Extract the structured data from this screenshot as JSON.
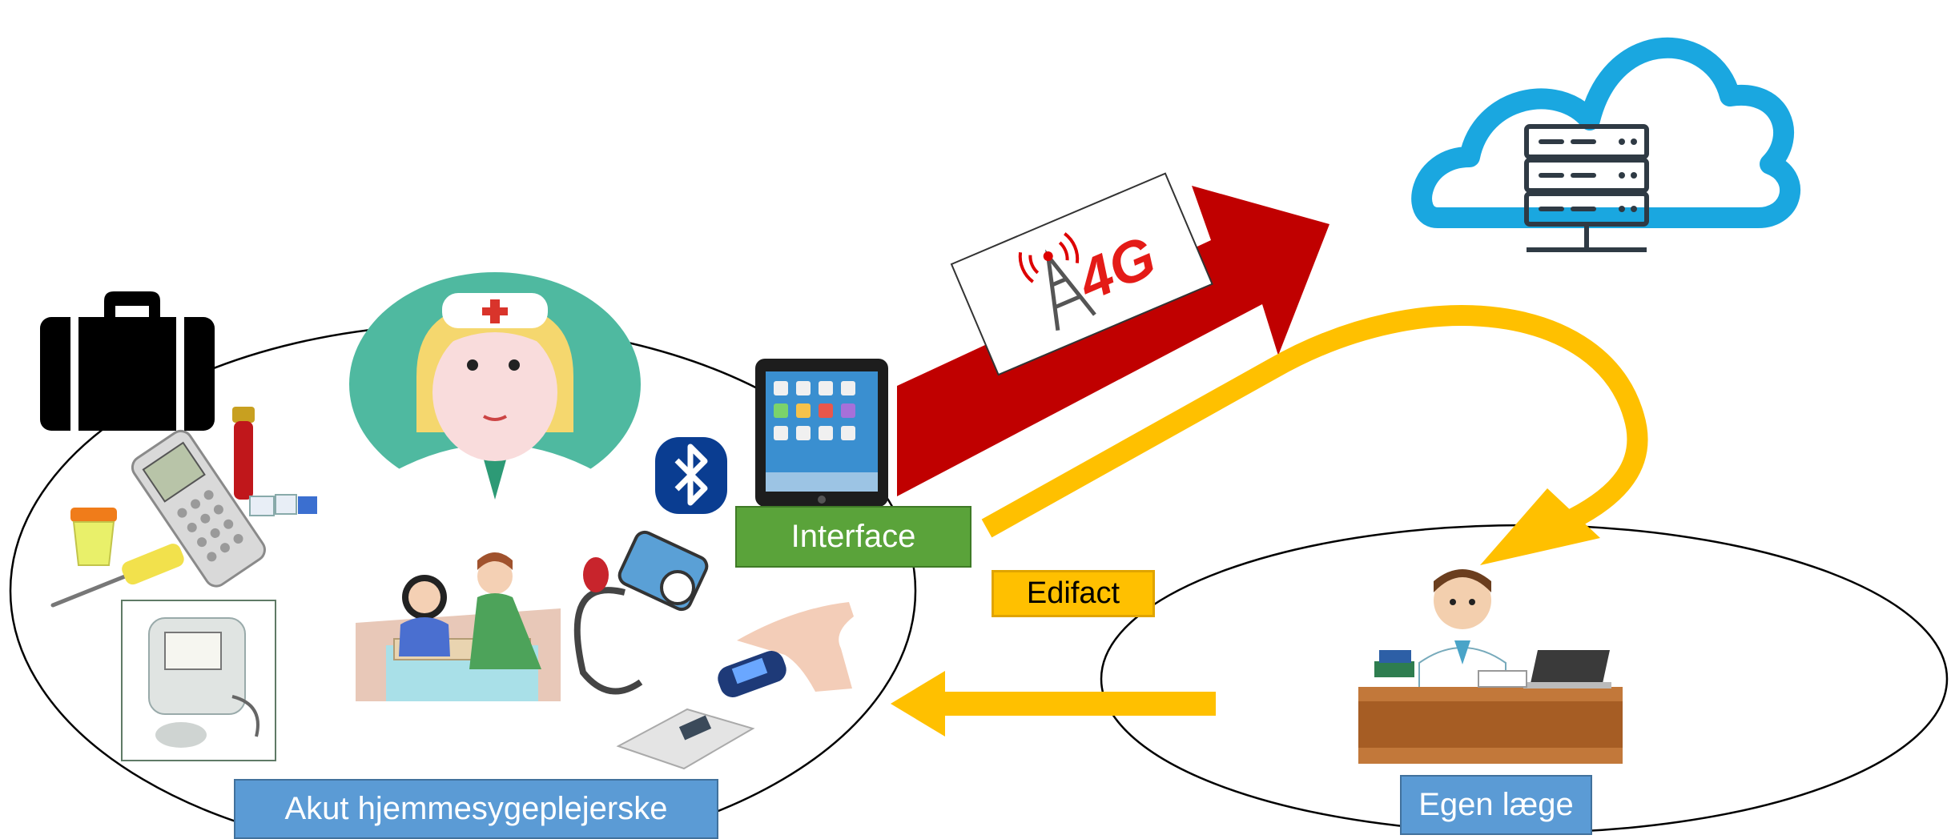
{
  "labels": {
    "interface": "Interface",
    "edifact": "Edifact",
    "nurse_group": "Akut hjemmesygeplejerske",
    "doctor_group": "Egen læge",
    "network_badge": "4G"
  },
  "colors": {
    "interface_fill": "#5aa33a",
    "edifact_fill": "#ffc000",
    "group_label_fill": "#5b9bd5",
    "upload_arrow": "#c00000",
    "edifact_arrow": "#ffc000",
    "cloud": "#1aa7e0",
    "server": "#333f48",
    "bluetooth": "#0a3d91",
    "nurse_avatar_bg": "#4fb9a0"
  },
  "icons": [
    "briefcase-icon",
    "nurse-icon",
    "bluetooth-icon",
    "tablet-icon",
    "cloud-server-icon",
    "4g-tower-icon",
    "doctor-icon",
    "blood-gas-analyzer-icon",
    "blood-tube-icon",
    "urine-cup-icon",
    "thermometer-icon",
    "ecg-device-icon",
    "caregiver-patient-icon",
    "blood-pressure-cuff-icon",
    "pulse-oximeter-icon",
    "bathroom-scale-icon"
  ]
}
